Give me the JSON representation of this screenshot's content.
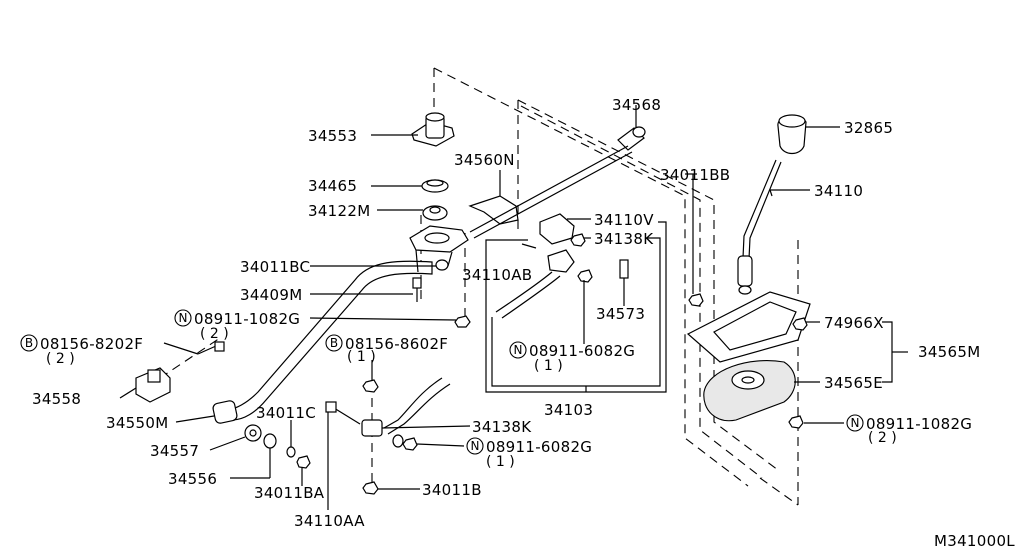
{
  "diagram_id": "M341000L",
  "labels": {
    "p34553": "34553",
    "p34465": "34465",
    "p34122M": "34122M",
    "p34011BC": "34011BC",
    "p34409M": "34409M",
    "p34560N": "34560N",
    "p34568": "34568",
    "p34110AB": "34110AB",
    "p34110V": "34110V",
    "p34138K_top": "34138K",
    "p34573": "34573",
    "p34103": "34103",
    "p32865": "32865",
    "p34011BB": "34011BB",
    "p34110": "34110",
    "p74966X": "74966X",
    "p34565M": "34565M",
    "p34565E": "34565E",
    "p34558": "34558",
    "p34550M": "34550M",
    "p34557": "34557",
    "p34556": "34556",
    "p34011BA": "34011BA",
    "p34011C": "34011C",
    "p34110AA": "34110AA",
    "p34138K_bot": "34138K",
    "p34011B": "34011B"
  },
  "badged": {
    "n1": {
      "badge": "N",
      "code": "08911-1082G",
      "qty": "( 2 )"
    },
    "b1": {
      "badge": "B",
      "code": "08156-8202F",
      "qty": "( 2 )"
    },
    "b2": {
      "badge": "B",
      "code": "08156-8602F",
      "qty": "( 1 )"
    },
    "n2": {
      "badge": "N",
      "code": "08911-6082G",
      "qty": "( 1 )"
    },
    "n3": {
      "badge": "N",
      "code": "08911-6082G",
      "qty": "( 1 )"
    },
    "n4": {
      "badge": "N",
      "code": "08911-1082G",
      "qty": "( 2 )"
    }
  }
}
